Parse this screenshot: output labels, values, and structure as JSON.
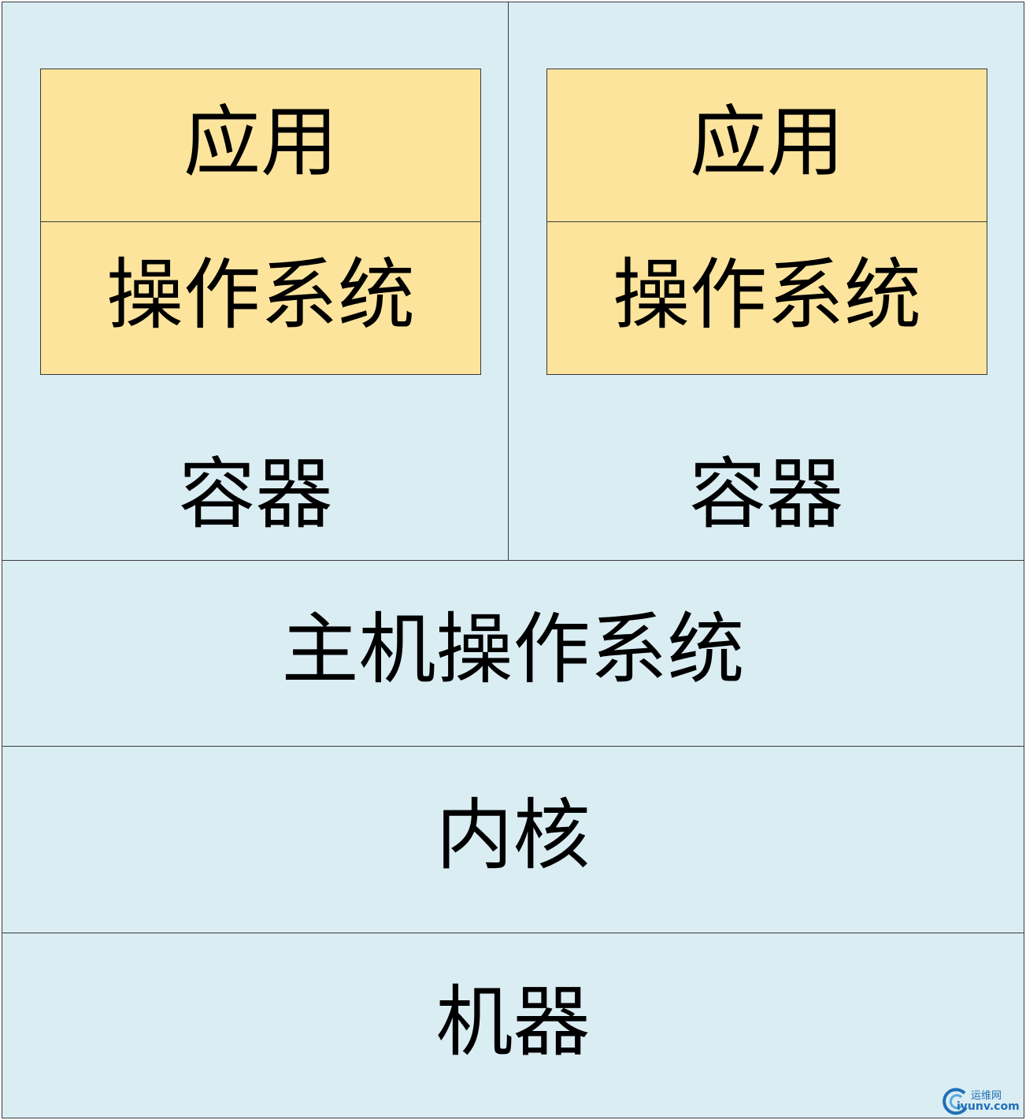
{
  "containers": [
    {
      "app_label": "应用",
      "os_label": "操作系统",
      "container_label": "容器"
    },
    {
      "app_label": "应用",
      "os_label": "操作系统",
      "container_label": "容器"
    }
  ],
  "host_os_label": "主机操作系统",
  "kernel_label": "内核",
  "machine_label": "机器",
  "watermark": {
    "cn": "运维网",
    "en": "iyunv.com"
  },
  "colors": {
    "layer_bg": "#daedf3",
    "inner_bg": "#fde49c",
    "border": "#3a3a3a",
    "watermark": "#1f6fb5"
  }
}
